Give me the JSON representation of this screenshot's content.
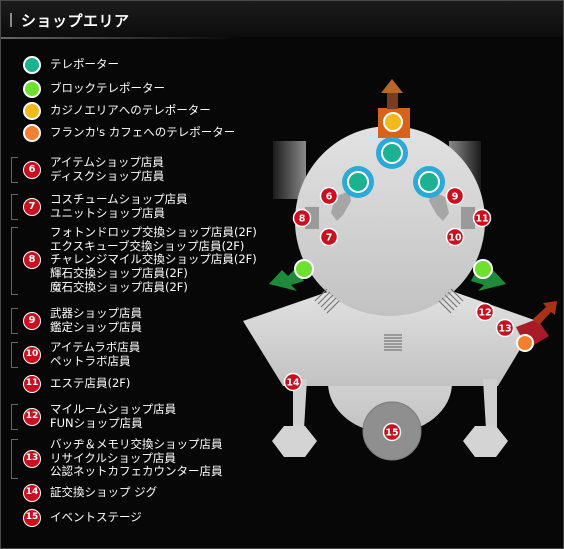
{
  "header": {
    "title": "ショップエリア"
  },
  "colors": {
    "teleporter": "#1ab291",
    "block": "#6ee030",
    "casino": "#f2b91a",
    "cafe": "#f28030",
    "marker": "#c8101e"
  },
  "legend": [
    {
      "marker": "teleporter",
      "lines": [
        "テレポーター"
      ]
    },
    {
      "marker": "block",
      "lines": [
        "ブロックテレポーター"
      ]
    },
    {
      "marker": "casino",
      "lines": [
        "カジノエリアへのテレポーター"
      ]
    },
    {
      "marker": "cafe",
      "lines": [
        "フランカ's カフェへのテレポーター"
      ]
    },
    {
      "marker": "6",
      "lines": [
        "アイテムショップ店員",
        "ディスクショップ店員"
      ]
    },
    {
      "marker": "7",
      "lines": [
        "コスチュームショップ店員",
        "ユニットショップ店員"
      ]
    },
    {
      "marker": "8",
      "lines": [
        "フォトンドロップ交換ショップ店員(2F)",
        "エクスキューブ交換ショップ店員(2F)",
        "チャレンジマイル交換ショップ店員(2F)",
        "輝石交換ショップ店員(2F)",
        "魔石交換ショップ店員(2F)"
      ]
    },
    {
      "marker": "9",
      "lines": [
        "武器ショップ店員",
        "鑑定ショップ店員"
      ]
    },
    {
      "marker": "10",
      "lines": [
        "アイテムラボ店員",
        "ペットラボ店員"
      ]
    },
    {
      "marker": "11",
      "lines": [
        "エステ店員(2F)"
      ]
    },
    {
      "marker": "12",
      "lines": [
        "マイルームショップ店員",
        "FUNショップ店員"
      ]
    },
    {
      "marker": "13",
      "lines": [
        "バッヂ＆メモリ交換ショップ店員",
        "リサイクルショップ店員",
        "公認ネットカフェカウンター店員"
      ]
    },
    {
      "marker": "14",
      "lines": [
        "証交換ショップ ジグ"
      ]
    },
    {
      "marker": "15",
      "lines": [
        "イベントステージ"
      ]
    }
  ],
  "map_markers": [
    "6",
    "7",
    "8",
    "9",
    "10",
    "11",
    "12",
    "13",
    "14",
    "15"
  ]
}
